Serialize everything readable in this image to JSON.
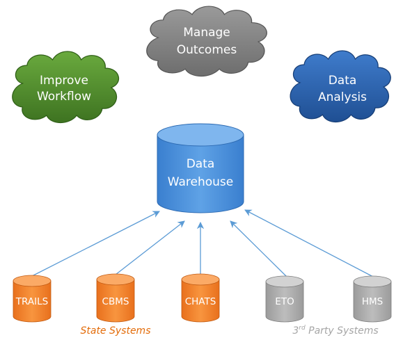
{
  "colors": {
    "green_cloud": "#4f8a2d",
    "gray_cloud": "#7f7f7f",
    "blue_cloud": "#2b62ad",
    "warehouse": "#4a90d9",
    "state_db": "#f07c2a",
    "third_party_db": "#a6a6a6",
    "arrow": "#5b9bd5",
    "state_caption": "#e36c0a",
    "third_party_caption": "#a6a6a6"
  },
  "clouds": [
    {
      "lines": [
        "Improve",
        "Workflow"
      ],
      "color": "green"
    },
    {
      "lines": [
        "Manage",
        "Outcomes"
      ],
      "color": "gray"
    },
    {
      "lines": [
        "Data",
        "Analysis"
      ],
      "color": "blue"
    }
  ],
  "warehouse": {
    "lines": [
      "Data",
      "Warehouse"
    ]
  },
  "systems": [
    {
      "label": "TRAILS",
      "group": "state"
    },
    {
      "label": "CBMS",
      "group": "state"
    },
    {
      "label": "CHATS",
      "group": "state"
    },
    {
      "label": "ETO",
      "group": "third_party"
    },
    {
      "label": "HMS",
      "group": "third_party"
    }
  ],
  "captions": {
    "state": "State Systems",
    "third_party_sup": "rd",
    "third_party_pre": "3",
    "third_party_post": " Party Systems"
  }
}
